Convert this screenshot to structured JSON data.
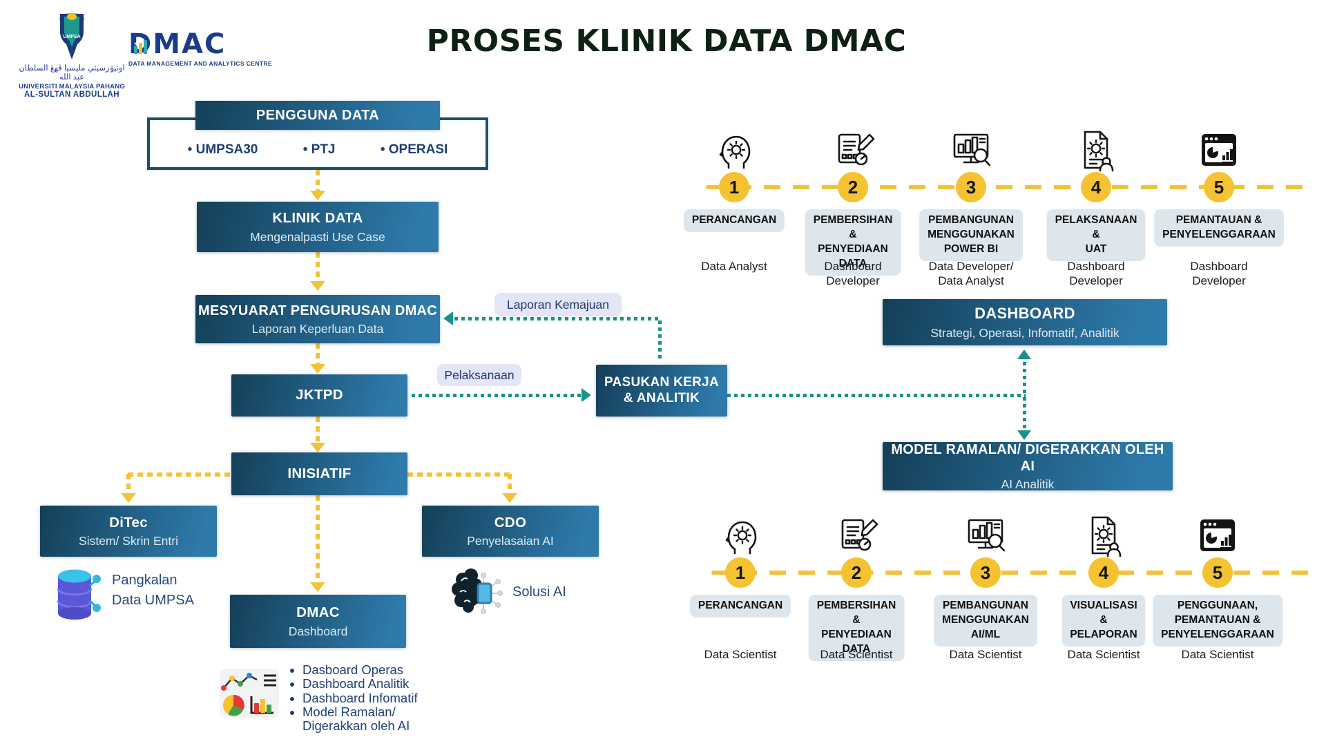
{
  "header": {
    "title": "PROSES KLINIK DATA DMAC",
    "umpsa_logo": {
      "acronym": "UMPSA",
      "jawi_name": "اونيۏرسيتي مليسيا ڤهڠ السلطان عبد الله",
      "name_line1": "UNIVERSITI MALAYSIA PAHANG",
      "name_line2": "AL-SULTAN ABDULLAH",
      "icon": "umpsa-shield-logo"
    },
    "dmac_logo": {
      "wordmark": "DMAC",
      "tagline": "DATA MANAGEMENT AND ANALYTICS CENTRE",
      "icon": "dmac-logo"
    }
  },
  "flow": {
    "pengguna": {
      "title": "PENGGUNA DATA",
      "items": [
        "UMPSA30",
        "PTJ",
        "OPERASI"
      ]
    },
    "klinik": {
      "title": "KLINIK DATA",
      "subtitle": "Mengenalpasti Use Case"
    },
    "mesyuarat": {
      "title": "MESYUARAT PENGURUSAN DMAC",
      "subtitle": "Laporan Keperluan Data"
    },
    "jktpd": {
      "title": "JKTPD"
    },
    "inisiatif": {
      "title": "INISIATIF"
    },
    "ditec": {
      "title": "DiTec",
      "subtitle": "Sistem/ Skrin Entri",
      "note": "Pangkalan\nData UMPSA",
      "note_icon": "database-icon"
    },
    "cdo": {
      "title": "CDO",
      "subtitle": "Penyelasaian AI",
      "note": "Solusi AI",
      "note_icon": "ai-brain-chip-icon"
    },
    "dmac_dashboard": {
      "title": "DMAC",
      "subtitle": "Dashboard",
      "icon": "dashboard-chart-icon",
      "bullets": [
        "Dasboard Operas",
        "Dashboard Analitik",
        "Dashboard Infomatif",
        "Model Ramalan/\nDigerakkan oleh AI"
      ]
    },
    "pasukan": {
      "title": "PASUKAN KERJA\n& ANALITIK"
    },
    "dashboard": {
      "title": "DASHBOARD",
      "subtitle": "Strategi, Operasi, Infomatif, Analitik"
    },
    "model_ai": {
      "title": "MODEL RAMALAN/ DIGERAKKAN OLEH AI",
      "subtitle": "AI Analitik"
    },
    "edge_labels": {
      "laporan_kemajuan": "Laporan Kemajuan",
      "pelaksanaan": "Pelaksanaan"
    }
  },
  "tracks": {
    "dashboard_track": {
      "steps": [
        {
          "num": "1",
          "label": "PERANCANGAN",
          "role": "Data Analyst",
          "icon": "thinking-head-icon"
        },
        {
          "num": "2",
          "label": "PEMBERSIHAN &\nPENYEDIAAN DATA",
          "role": "Dashboard\nDeveloper",
          "icon": "planning-doc-icon"
        },
        {
          "num": "3",
          "label": "PEMBANGUNAN\nMENGGUNAKAN\nPOWER BI",
          "role": "Data Developer/\nData Analyst",
          "icon": "monitor-analytics-icon"
        },
        {
          "num": "4",
          "label": "PELAKSANAAN &\nUAT",
          "role": "Dashboard\nDeveloper",
          "icon": "document-gear-user-icon"
        },
        {
          "num": "5",
          "label": "PEMANTAUAN &\nPENYELENGGARAAN",
          "role": "Dashboard\nDeveloper",
          "icon": "dashboard-report-icon"
        }
      ]
    },
    "ai_track": {
      "steps": [
        {
          "num": "1",
          "label": "PERANCANGAN",
          "role": "Data Scientist",
          "icon": "thinking-head-icon"
        },
        {
          "num": "2",
          "label": "PEMBERSIHAN &\nPENYEDIAAN\nDATA",
          "role": "Data Scientist",
          "icon": "planning-doc-icon"
        },
        {
          "num": "3",
          "label": "PEMBANGUNAN\nMENGGUNAKAN\nAI/ML",
          "role": "Data Scientist",
          "icon": "monitor-analytics-icon"
        },
        {
          "num": "4",
          "label": "VISUALISASI &\nPELAPORAN",
          "role": "Data Scientist",
          "icon": "document-gear-user-icon"
        },
        {
          "num": "5",
          "label": "PENGGUNAAN,\nPEMANTAUAN &\nPENYELENGGARAAN",
          "role": "Data Scientist",
          "icon": "dashboard-report-icon"
        }
      ]
    }
  },
  "colors": {
    "box_gradient_start": "#143f58",
    "box_gradient_end": "#2e7aab",
    "yellow": "#F2C237",
    "teal": "#189389",
    "navy_text": "#1E3F77",
    "pill_gray": "#DDE6EC",
    "pill_lavender": "#E3E6F6",
    "logo_navy": "#1b3c8c",
    "title_color": "#0c2014"
  }
}
